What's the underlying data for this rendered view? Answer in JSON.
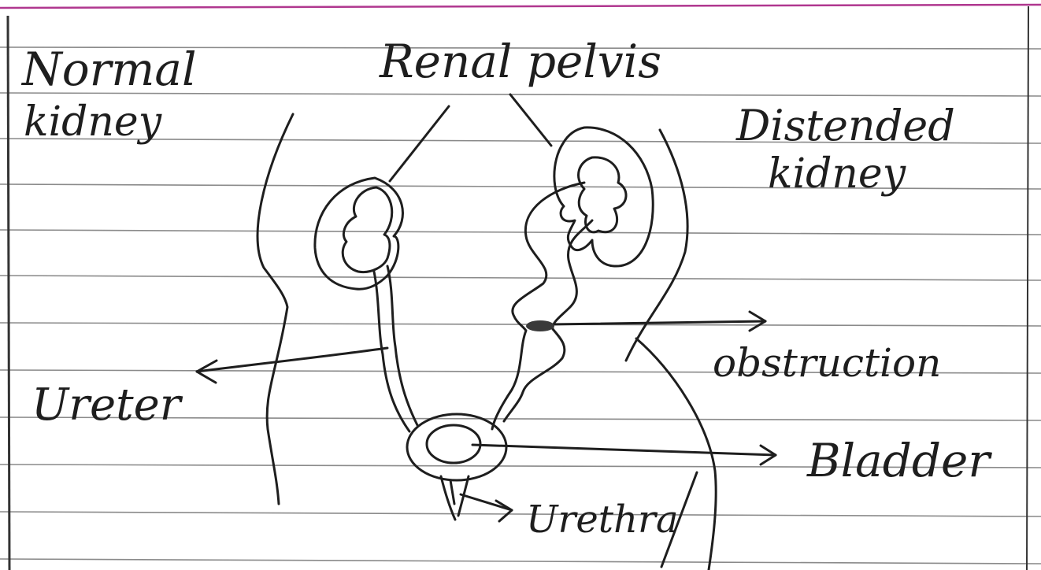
{
  "labels": {
    "normal_kidney_line1": "Normal",
    "normal_kidney_line2": "kidney",
    "renal_pelvis": "Renal pelvis",
    "distended_kidney_line1": "Distended",
    "distended_kidney_line2": "kidney",
    "ureter": "Ureter",
    "obstruction": "obstruction",
    "bladder": "Bladder",
    "urethra": "Urethra"
  },
  "colors": {
    "paper": "#ffffff",
    "ruled_line": "#8a8a8a",
    "margin_line": "#b0378f",
    "ink": "#1e1e1e"
  }
}
